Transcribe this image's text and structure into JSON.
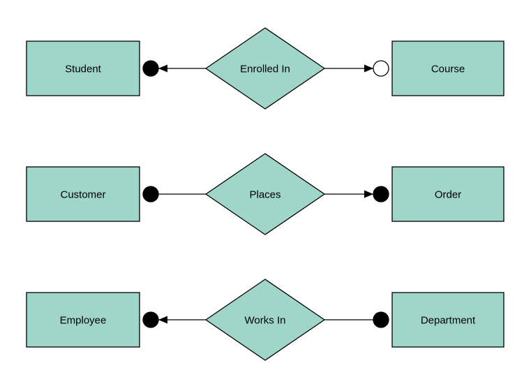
{
  "diagram": {
    "type": "entity-relationship",
    "colors": {
      "shape_fill": "#9fd6c9",
      "shape_stroke": "#000000",
      "connector": "#000000",
      "filled_circle_fill": "#000000",
      "open_circle_fill": "#ffffff",
      "background": "#ffffff",
      "text": "#000000"
    },
    "rows": [
      {
        "left_entity": "Student",
        "relationship": "Enrolled In",
        "right_entity": "Course",
        "left_connector": {
          "circle": "filled",
          "arrowhead": true,
          "arrow_direction": "left"
        },
        "right_connector": {
          "circle": "open",
          "arrowhead": true,
          "arrow_direction": "right"
        }
      },
      {
        "left_entity": "Customer",
        "relationship": "Places",
        "right_entity": "Order",
        "left_connector": {
          "circle": "filled",
          "arrowhead": false
        },
        "right_connector": {
          "circle": "filled",
          "arrowhead": true,
          "arrow_direction": "right"
        }
      },
      {
        "left_entity": "Employee",
        "relationship": "Works In",
        "right_entity": "Department",
        "left_connector": {
          "circle": "filled",
          "arrowhead": true,
          "arrow_direction": "left"
        },
        "right_connector": {
          "circle": "filled",
          "arrowhead": false
        }
      }
    ]
  }
}
